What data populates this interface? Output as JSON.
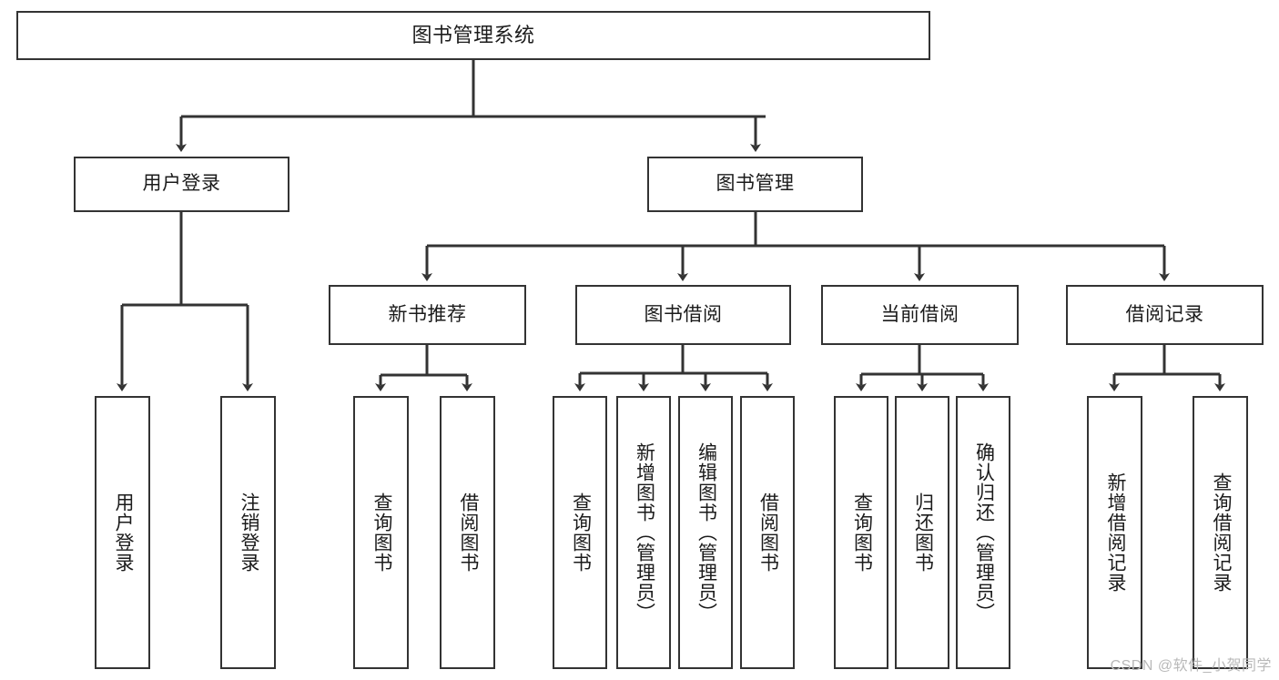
{
  "diagram": {
    "title": "图书管理系统",
    "type": "tree",
    "watermark": "CSDN @软件_小贺同学",
    "colors": {
      "background": "#ffffff",
      "box_border": "#333333",
      "box_fill": "#ffffff",
      "edge": "#333333",
      "text": "#1b1b1b",
      "watermark": "#b9b9b9"
    },
    "nodes": {
      "root": {
        "label": "图书管理系统"
      },
      "level2": [
        {
          "id": "user-login",
          "label": "用户登录"
        },
        {
          "id": "book-management",
          "label": "图书管理"
        }
      ],
      "level3": [
        {
          "id": "new-book-recommend",
          "label": "新书推荐"
        },
        {
          "id": "book-borrow",
          "label": "图书借阅"
        },
        {
          "id": "current-borrow",
          "label": "当前借阅"
        },
        {
          "id": "borrow-record",
          "label": "借阅记录"
        }
      ],
      "leaves": {
        "user_login": [
          {
            "id": "leaf-user-login",
            "label": "用户登录"
          },
          {
            "id": "leaf-logout-login",
            "label": "注销登录"
          }
        ],
        "new_book_recommend": [
          {
            "id": "leaf-query-book-1",
            "label": "查询图书"
          },
          {
            "id": "leaf-borrow-book-1",
            "label": "借阅图书"
          }
        ],
        "book_borrow": [
          {
            "id": "leaf-query-book-2",
            "label": "查询图书"
          },
          {
            "id": "leaf-add-book-admin",
            "label": "新增图书（管理员）"
          },
          {
            "id": "leaf-edit-book-admin",
            "label": "编辑图书（管理员）"
          },
          {
            "id": "leaf-borrow-book-2",
            "label": "借阅图书"
          }
        ],
        "current_borrow": [
          {
            "id": "leaf-query-book-3",
            "label": "查询图书"
          },
          {
            "id": "leaf-return-book",
            "label": "归还图书"
          },
          {
            "id": "leaf-confirm-return-admin",
            "label": "确认归还（管理员）"
          }
        ],
        "borrow_record": [
          {
            "id": "leaf-add-borrow-record",
            "label": "新增借阅记录"
          },
          {
            "id": "leaf-query-borrow-record",
            "label": "查询借阅记录"
          }
        ]
      }
    }
  }
}
